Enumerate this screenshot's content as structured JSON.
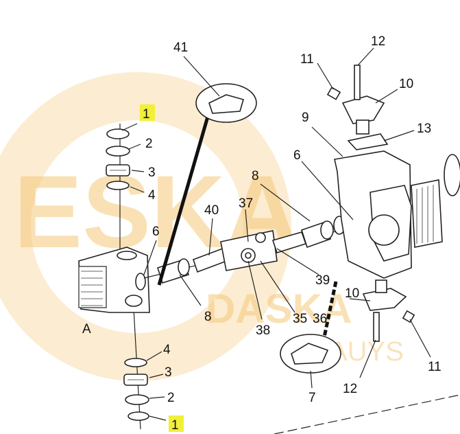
{
  "labels": {
    "l1_top": "1",
    "l2_top": "2",
    "l3_top": "3",
    "l4_top": "4",
    "l41": "41",
    "l6_left": "6",
    "l40": "40",
    "l37": "37",
    "l8_mid": "8",
    "l8_low": "8",
    "l39": "39",
    "l38": "38",
    "l35": "35",
    "l36": "36",
    "l6_right": "6",
    "l9": "9",
    "l11_top": "11",
    "l12_top": "12",
    "l10_top": "10",
    "l13": "13",
    "l10_low": "10",
    "l12_low": "12",
    "l11_low": "11",
    "l7": "7",
    "l4_bot": "4",
    "l3_bot": "3",
    "l2_bot": "2",
    "l1_bot": "1",
    "view_a": "A"
  },
  "watermark": {
    "brand": "DASKA",
    "sub": "AUYS",
    "big": "ESKA"
  },
  "colors": {
    "highlight": "#f2ef3a",
    "watermark": "#f5c97a",
    "line": "#222222"
  }
}
